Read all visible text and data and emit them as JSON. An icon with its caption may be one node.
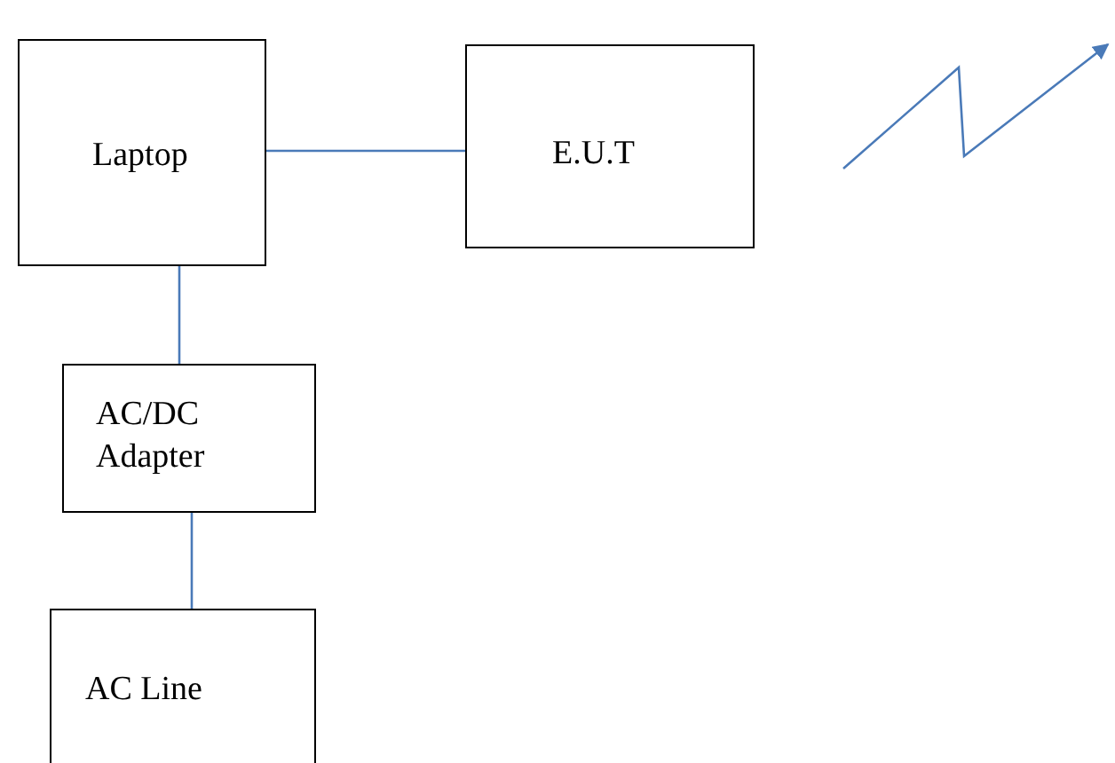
{
  "diagram": {
    "nodes": [
      {
        "text": [
          "Laptop"
        ]
      },
      {
        "text": [
          "E.U.T"
        ]
      },
      {
        "text": [
          "AC/DC Adapter"
        ]
      },
      {
        "text": [
          "AC Line"
        ]
      }
    ],
    "edges": [
      {
        "from": 0,
        "to": 1,
        "arrow": "none"
      },
      {
        "from": 0,
        "to": 2,
        "arrow": "none"
      },
      {
        "from": 2,
        "to": 3,
        "arrow": "none"
      }
    ]
  }
}
